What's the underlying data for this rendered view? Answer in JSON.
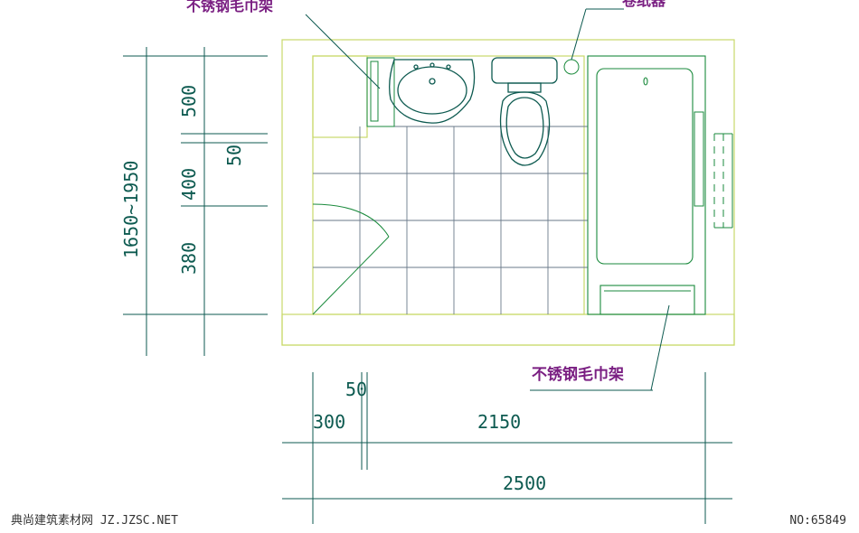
{
  "labels": {
    "towel_rack_top": "不锈钢毛巾架",
    "paper_holder": "卷纸器",
    "towel_rack_bottom": "不锈钢毛巾架"
  },
  "dimensions": {
    "vertical_total": "1650~1950",
    "v_500": "500",
    "v_50": "50",
    "v_400": "400",
    "v_380": "380",
    "h_50": "50",
    "h_300": "300",
    "h_2150": "2150",
    "h_2500": "2500"
  },
  "footer": {
    "source": "典尚建筑素材网 JZ.JZSC.NET",
    "number": "NO:65849"
  },
  "colors": {
    "wall": "#c8d96a",
    "fixture": "#1a8a3c",
    "tile": "#6a7a8a",
    "dimension": "#0d5a50",
    "label": "#7a1f82"
  }
}
